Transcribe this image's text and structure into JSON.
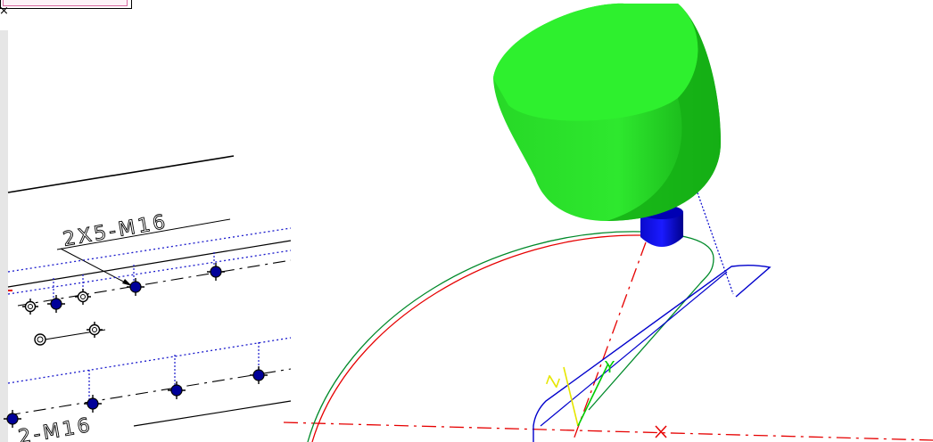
{
  "callouts": {
    "thread_upper": "2X5-M16",
    "thread_lower": "2-M16"
  },
  "axes": {
    "z_label": "Z",
    "y_label": "Y"
  },
  "colors": {
    "tool_body": "#2ee82e",
    "tool_shade": "#19b319",
    "tool_holder": "#0000e6",
    "toolpath_green": "#008a2a",
    "toolpath_red": "#e60000",
    "profile_blue": "#0000cc",
    "centerline_red": "#e60000",
    "axis_z": "#e6e600",
    "axis_y": "#00cc00",
    "hole_marker": "#000099"
  },
  "icons": {
    "hole_marker": "threaded-hole-icon",
    "origin": "x-origin-marker"
  }
}
